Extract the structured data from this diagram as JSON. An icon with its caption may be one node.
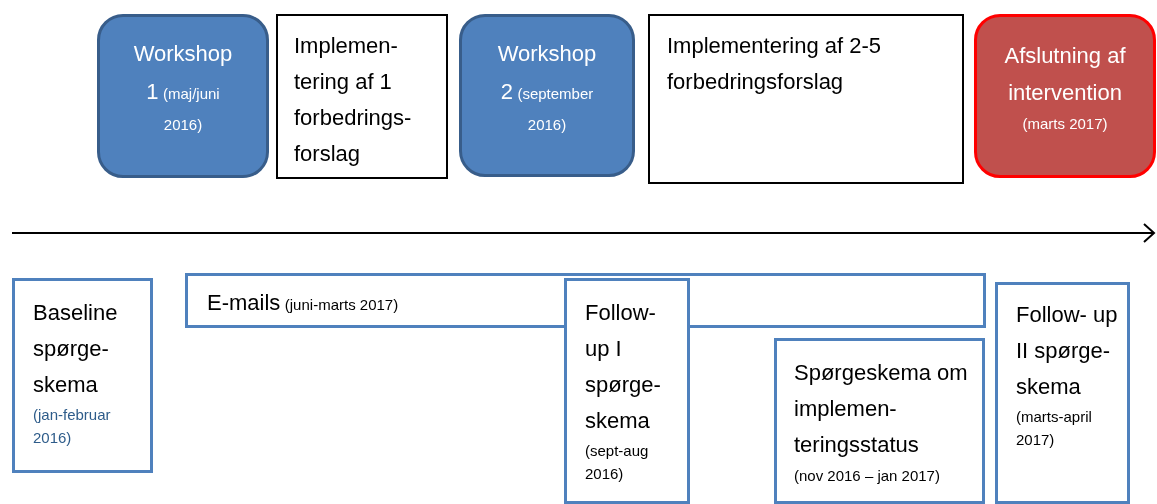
{
  "diagram": {
    "nodes": [
      {
        "text": [
          "Workshop 1",
          "(maj/juni 2016)"
        ]
      },
      {
        "text": [
          "Implemen- tering af 1 forbedrings- forslag"
        ]
      },
      {
        "text": [
          "Workshop 2",
          "(september 2016)"
        ]
      },
      {
        "text": [
          "Implementering af 2-5 forbedringsforslag"
        ]
      },
      {
        "text": [
          "Afslutning af intervention",
          "(marts 2017)"
        ]
      },
      {
        "text": [
          "Baseline spørge- skema",
          "(jan-februar 2016)"
        ]
      },
      {
        "text": [
          "E-mails",
          "(juni-marts 2017)"
        ]
      },
      {
        "text": [
          "Follow- up I spørge- skema",
          "(sept-aug 2016)"
        ]
      },
      {
        "text": [
          "Spørgeskema om implemen- teringsstatus",
          "(nov 2016 – jan 2017)"
        ]
      },
      {
        "text": [
          "Follow- up II spørge- skema",
          "(marts-april 2017)"
        ]
      }
    ]
  }
}
